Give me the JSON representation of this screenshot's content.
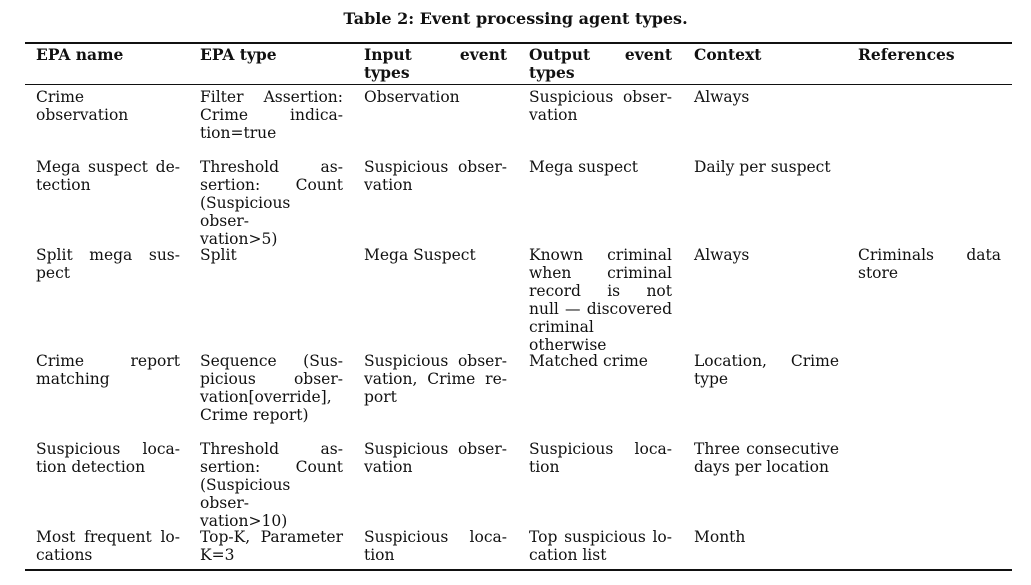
{
  "caption": "Table 2: Event processing agent types.",
  "headers": {
    "epa_name": "EPA name",
    "epa_type": "EPA type",
    "input_types": [
      "Input event",
      "types"
    ],
    "output_types": [
      "Output event",
      "types"
    ],
    "context": "Context",
    "references": "References"
  },
  "rows": [
    {
      "name": [
        "Crime observation"
      ],
      "type": [
        "Filter Assertion:",
        "Crime indica-",
        "tion=true"
      ],
      "input": [
        "Observation"
      ],
      "output": [
        "Suspicious obser-",
        "vation"
      ],
      "context": [
        "Always"
      ],
      "refs": []
    },
    {
      "name": [
        "Mega suspect de-",
        "tection"
      ],
      "type": [
        "Threshold as-",
        "sertion: Count",
        "(Suspicious obser-",
        "vation>5)"
      ],
      "input": [
        "Suspicious obser-",
        "vation"
      ],
      "output": [
        "Mega suspect"
      ],
      "context": [
        "Daily per suspect"
      ],
      "refs": []
    },
    {
      "name": [
        "Split mega sus-",
        "pect"
      ],
      "type": [
        "Split"
      ],
      "input": [
        "Mega Suspect"
      ],
      "output": [
        "Known criminal",
        "when criminal",
        "record is not",
        "null — discovered",
        "criminal otherwise"
      ],
      "context": [
        "Always"
      ],
      "refs": [
        "Criminals data",
        "store"
      ]
    },
    {
      "name": [
        "Crime report",
        "matching"
      ],
      "type": [
        "Sequence (Sus-",
        "picious obser-",
        "vation[override],",
        "Crime report)"
      ],
      "input": [
        "Suspicious obser-",
        "vation, Crime re-",
        "port"
      ],
      "output": [
        "Matched crime"
      ],
      "context": [
        "Location, Crime",
        "type"
      ],
      "refs": []
    },
    {
      "name": [
        "Suspicious loca-",
        "tion detection"
      ],
      "type": [
        "Threshold as-",
        "sertion: Count",
        "(Suspicious obser-",
        "vation>10)"
      ],
      "input": [
        "Suspicious obser-",
        "vation"
      ],
      "output": [
        "Suspicious loca-",
        "tion"
      ],
      "context": [
        "Three consecutive",
        "days per location"
      ],
      "refs": []
    },
    {
      "name": [
        "Most frequent lo-",
        "cations"
      ],
      "type": [
        "Top-K, Parameter",
        "K=3"
      ],
      "input": [
        "Suspicious loca-",
        "tion"
      ],
      "output": [
        "Top suspicious lo-",
        "cation list"
      ],
      "context": [
        "Month"
      ],
      "refs": []
    }
  ]
}
